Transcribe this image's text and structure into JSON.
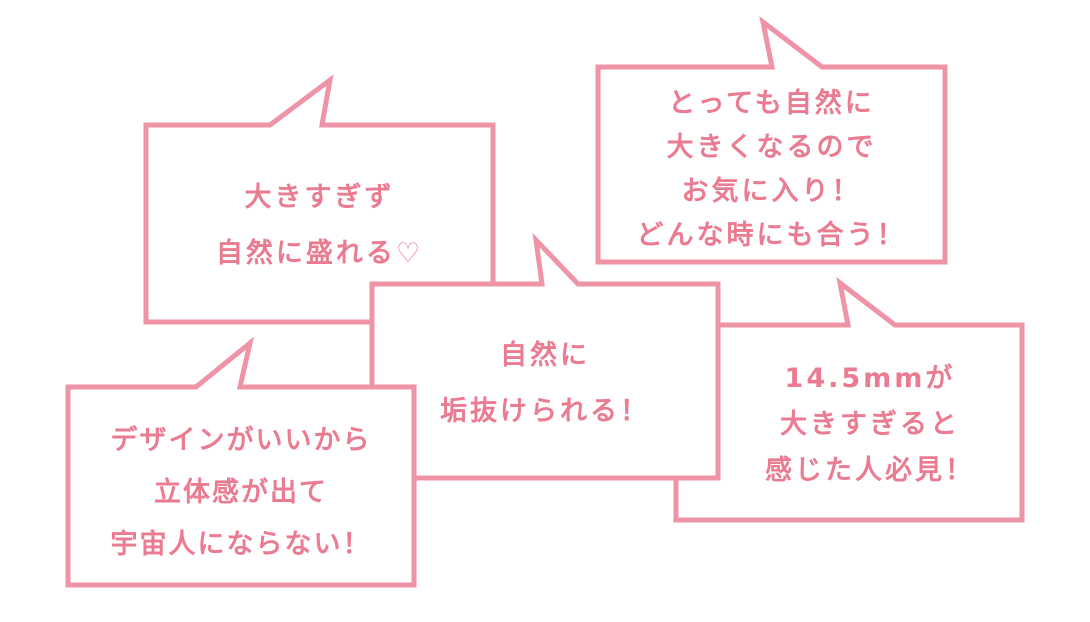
{
  "colors": {
    "stroke": "#ef93a6",
    "text": "#ea7b90",
    "background": "#ffffff"
  },
  "bubbles": [
    {
      "lines": [
        "大きすぎず",
        "自然に盛れる♡"
      ]
    },
    {
      "lines": [
        "とっても自然に",
        "大きくなるので",
        "お気に入り！",
        "どんな時にも合う！"
      ]
    },
    {
      "lines": [
        "自然に",
        "垢抜けられる！"
      ]
    },
    {
      "lines": [
        "14.5mmが",
        "大きすぎると",
        "感じた人必見！"
      ]
    },
    {
      "lines": [
        "デザインがいいから",
        "立体感が出て",
        "宇宙人にならない！"
      ]
    }
  ]
}
